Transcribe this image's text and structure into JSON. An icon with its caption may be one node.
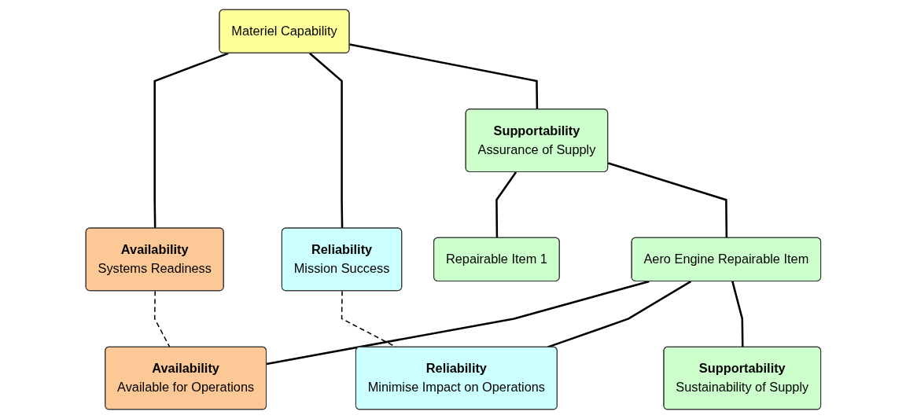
{
  "diagram": {
    "nodes": [
      {
        "text": [
          "Materiel Capability"
        ]
      },
      {
        "text": [
          "Availability",
          "Systems Readiness"
        ]
      },
      {
        "text": [
          "Reliability",
          "Mission Success"
        ]
      },
      {
        "text": [
          "Supportability",
          "Assurance of Supply"
        ]
      },
      {
        "text": [
          "Repairable Item 1"
        ]
      },
      {
        "text": [
          "Aero Engine Repairable Item"
        ]
      },
      {
        "text": [
          "Availability",
          "Available for Operations"
        ]
      },
      {
        "text": [
          "Reliability",
          "Minimise Impact on Operations"
        ]
      },
      {
        "text": [
          "Supportability",
          "Sustainability of Supply"
        ]
      }
    ],
    "edges": [
      {
        "from": 0,
        "to": 1,
        "arrow": "none"
      },
      {
        "from": 0,
        "to": 2,
        "arrow": "none"
      },
      {
        "from": 0,
        "to": 3,
        "arrow": "none"
      },
      {
        "from": 3,
        "to": 4,
        "arrow": "none"
      },
      {
        "from": 3,
        "to": 5,
        "arrow": "none"
      },
      {
        "from": 5,
        "to": 6,
        "arrow": "none"
      },
      {
        "from": 5,
        "to": 7,
        "arrow": "none"
      },
      {
        "from": 5,
        "to": 8,
        "arrow": "none"
      },
      {
        "from": 1,
        "to": 6,
        "arrow": "none",
        "style": "dashed"
      },
      {
        "from": 2,
        "to": 7,
        "arrow": "none",
        "style": "dashed"
      }
    ]
  }
}
